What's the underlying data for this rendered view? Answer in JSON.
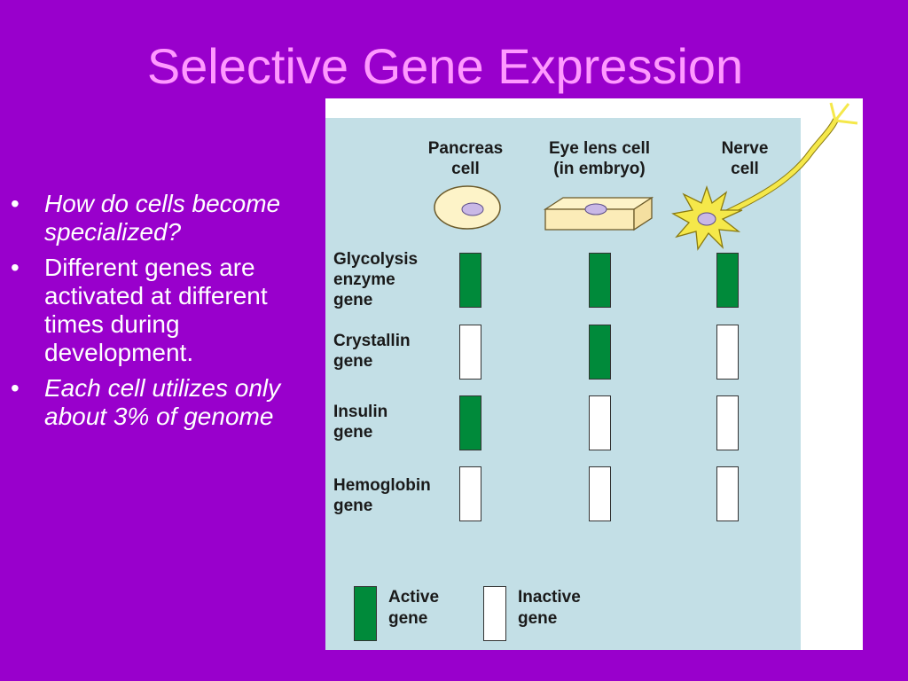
{
  "title": "Selective Gene Expression",
  "bullets": [
    {
      "text": "How do cells become specialized?",
      "italic": true
    },
    {
      "text": "Different genes are activated at different times during development.",
      "italic": false
    },
    {
      "text": "Each cell utilizes only about 3% of genome",
      "italic": true
    }
  ],
  "bullet_symbol": "•",
  "figure": {
    "columns": [
      {
        "label_line1": "Pancreas",
        "label_line2": "cell"
      },
      {
        "label_line1": "Eye lens cell",
        "label_line2": "(in embryo)"
      },
      {
        "label_line1": "Nerve",
        "label_line2": "cell"
      }
    ],
    "rows": [
      {
        "label_lines": [
          "Glycolysis",
          "enzyme",
          "gene"
        ],
        "states": [
          "active",
          "active",
          "active"
        ]
      },
      {
        "label_lines": [
          "Crystallin",
          "gene"
        ],
        "states": [
          "inactive",
          "active",
          "inactive"
        ]
      },
      {
        "label_lines": [
          "Insulin",
          "gene"
        ],
        "states": [
          "active",
          "inactive",
          "inactive"
        ]
      },
      {
        "label_lines": [
          "Hemoglobin",
          "gene"
        ],
        "states": [
          "inactive",
          "inactive",
          "inactive"
        ]
      }
    ],
    "legend": {
      "active_line1": "Active",
      "active_line2": "gene",
      "inactive_line1": "Inactive",
      "inactive_line2": "gene"
    },
    "colors": {
      "active": "#008a3a",
      "inactive": "#ffffff",
      "panel": "#c3dfe6",
      "cell_fill": "#fdf3c8",
      "nerve": "#f5e84a"
    }
  }
}
